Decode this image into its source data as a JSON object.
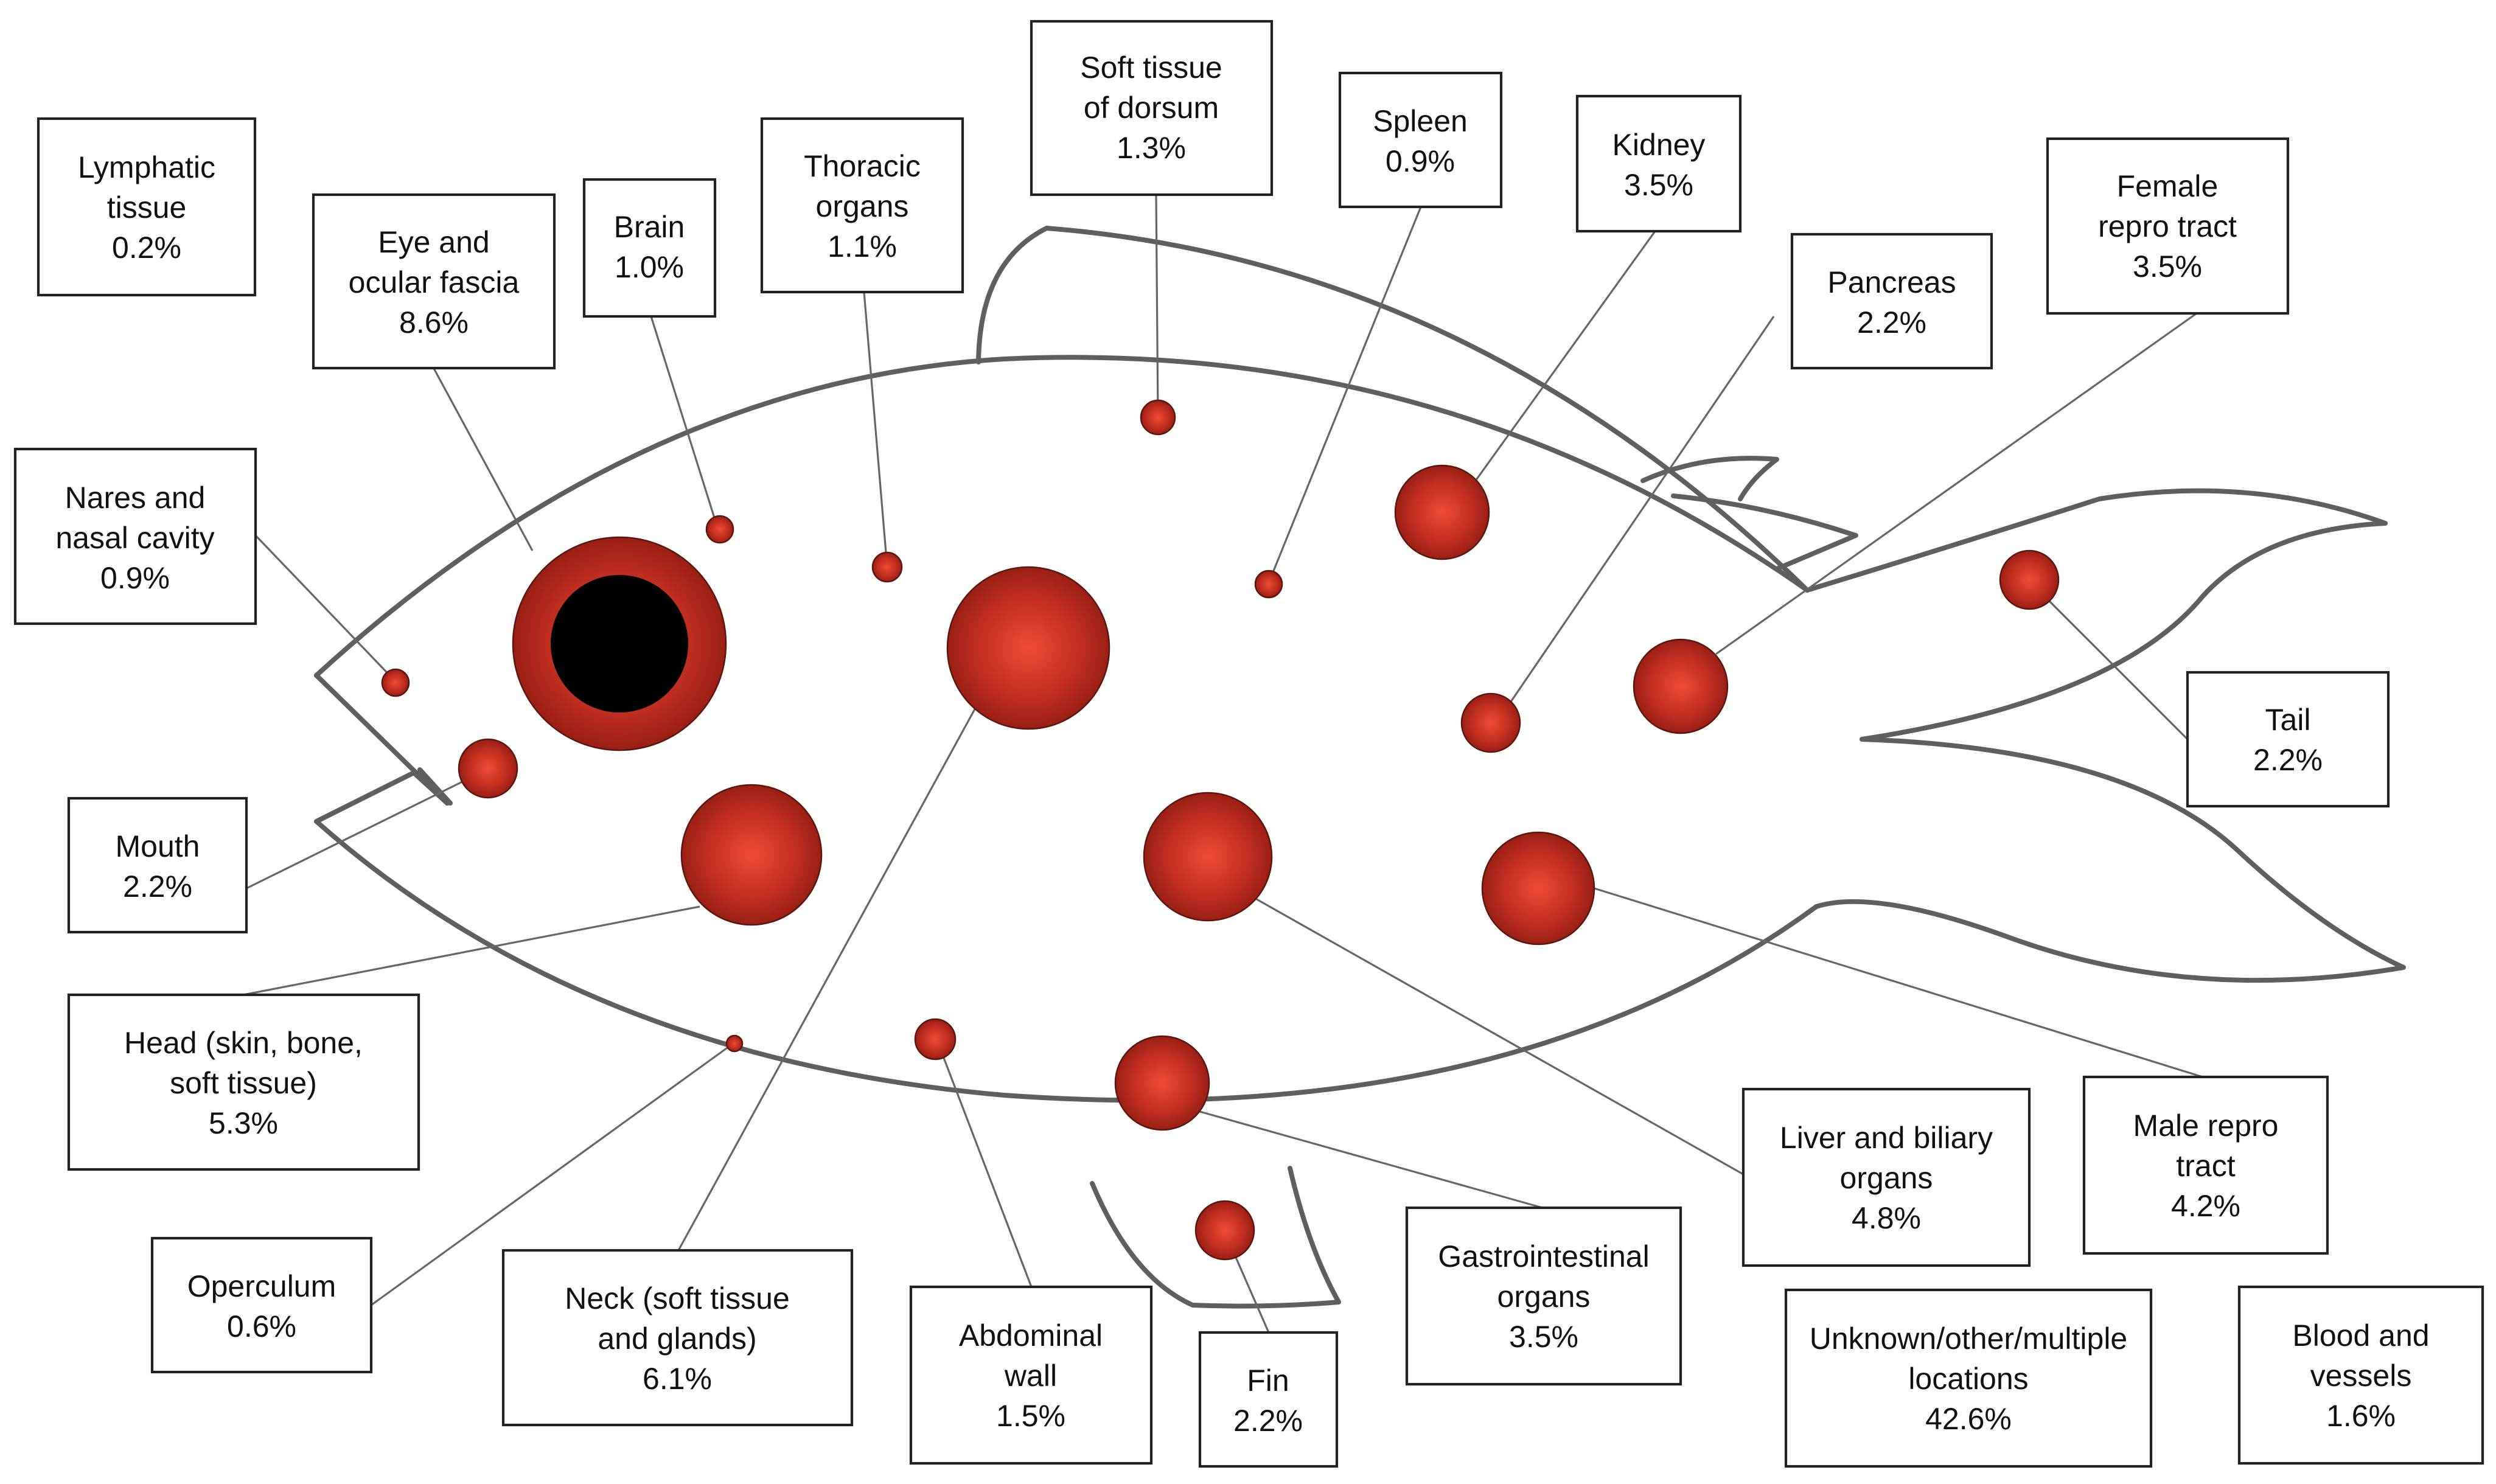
{
  "labels": {
    "lymphatic": {
      "lines": [
        "Lymphatic",
        "tissue"
      ],
      "pct": "0.2%"
    },
    "eye": {
      "lines": [
        "Eye and",
        "ocular fascia"
      ],
      "pct": "8.6%"
    },
    "brain": {
      "lines": [
        "Brain"
      ],
      "pct": "1.0%"
    },
    "thoracic": {
      "lines": [
        "Thoracic",
        "organs"
      ],
      "pct": "1.1%"
    },
    "dorsum": {
      "lines": [
        "Soft tissue",
        "of dorsum"
      ],
      "pct": "1.3%"
    },
    "spleen": {
      "lines": [
        "Spleen"
      ],
      "pct": "0.9%"
    },
    "kidney": {
      "lines": [
        "Kidney"
      ],
      "pct": "3.5%"
    },
    "pancreas": {
      "lines": [
        "Pancreas"
      ],
      "pct": "2.2%"
    },
    "female": {
      "lines": [
        "Female",
        "repro tract"
      ],
      "pct": "3.5%"
    },
    "nares": {
      "lines": [
        "Nares and",
        "nasal cavity"
      ],
      "pct": "0.9%"
    },
    "tail": {
      "lines": [
        "Tail"
      ],
      "pct": "2.2%"
    },
    "mouth": {
      "lines": [
        "Mouth"
      ],
      "pct": "2.2%"
    },
    "head": {
      "lines": [
        "Head (skin, bone,",
        "soft tissue)"
      ],
      "pct": "5.3%"
    },
    "operculum": {
      "lines": [
        "Operculum"
      ],
      "pct": "0.6%"
    },
    "neck": {
      "lines": [
        "Neck (soft tissue",
        "and glands)"
      ],
      "pct": "6.1%"
    },
    "abdominal": {
      "lines": [
        "Abdominal",
        "wall"
      ],
      "pct": "1.5%"
    },
    "fin": {
      "lines": [
        "Fin"
      ],
      "pct": "2.2%"
    },
    "gi": {
      "lines": [
        "Gastrointestinal",
        "organs"
      ],
      "pct": "3.5%"
    },
    "liver": {
      "lines": [
        "Liver and biliary",
        "organs"
      ],
      "pct": "4.8%"
    },
    "male": {
      "lines": [
        "Male repro",
        "tract"
      ],
      "pct": "4.2%"
    },
    "unknown": {
      "lines": [
        "Unknown/other/multiple",
        "locations"
      ],
      "pct": "42.6%"
    },
    "blood": {
      "lines": [
        "Blood and",
        "vessels"
      ],
      "pct": "1.6%"
    }
  },
  "colors": {
    "bubble_fill": "#b3271c",
    "bubble_highlight": "#e74533",
    "eye_pupil": "#000000",
    "outline": "#5f5f5f"
  }
}
